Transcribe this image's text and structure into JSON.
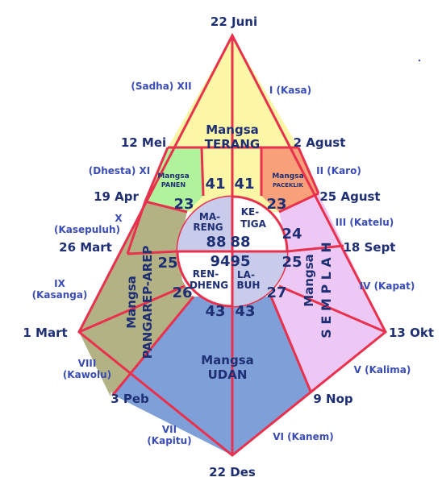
{
  "dates": {
    "top": "22 Juni",
    "bottom": "22 Des",
    "mei": "12 Mei",
    "agust2": "2 Agust",
    "apr": "19 Apr",
    "agust25": "25 Agust",
    "mart26": "26 Mart",
    "sept": "18 Sept",
    "mart1": "1 Mart",
    "okt": "13 Okt",
    "peb": "3 Peb",
    "nop": "9 Nop"
  },
  "months": {
    "xii": "(Sadha) XII",
    "i": "I (Kasa)",
    "xi": "(Dhesta) XI",
    "ii": "II (Karo)",
    "x_num": "X",
    "x_name": "(Kasepuluh)",
    "iii": "III (Katelu)",
    "ix_num": "IX",
    "ix_name": "(Kasanga)",
    "iv": "IV (Kapat)",
    "viii_num": "VIII",
    "viii_name": "(Kawolu)",
    "v": "V (Kalima)",
    "vii_num": "VII",
    "vii_name": "(Kapitu)",
    "vi": "VI (Kanem)"
  },
  "seasons": {
    "terang_1": "Mangsa",
    "terang_2": "TERANG",
    "panen_1": "Mangsa",
    "panen_2": "PANEN",
    "paceklik_1": "Mangsa",
    "paceklik_2": "PACEKLIK",
    "pangarep_1": "Mangsa",
    "pangarep_2": "PANGAREP-AREP",
    "semplah_1": "Mangsa",
    "semplah_2": "S E M P L A H",
    "udan_1": "Mangsa",
    "udan_2": "UDAN"
  },
  "days": {
    "terang_left": "41",
    "terang_right": "41",
    "panen": "23",
    "paceklik": "23",
    "sept_top": "24",
    "sept_bottom": "25",
    "mart_top": "25",
    "mart_bottom": "26",
    "okt": "27",
    "udan_left": "43",
    "udan_right": "43",
    "mareng": "88",
    "ketiga": "88",
    "rendheng": "94",
    "labuh": "95"
  },
  "wuku": {
    "mareng_1": "MA-",
    "mareng_2": "RENG",
    "ketiga_1": "KE-",
    "ketiga_2": "TIGA",
    "rendheng_1": "REN-",
    "rendheng_2": "DHENG",
    "labuh_1": "LA-",
    "labuh_2": "BUH"
  },
  "colors": {
    "terang": "#fbf7a6",
    "panen": "#b1f29c",
    "paceklik": "#f7a079",
    "pangarep": "#b3b285",
    "semplah": "#edc8f4",
    "udan": "#7f9fd8",
    "circle_light": "#c9cbea",
    "circle_white": "#ffffff",
    "border": "#e8314d",
    "text": "#1f2f74"
  }
}
